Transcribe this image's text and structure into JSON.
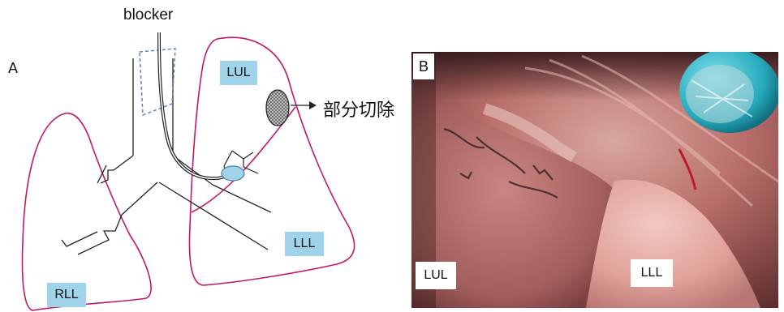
{
  "panel_a": {
    "letter": "A",
    "blocker_label": "blocker",
    "resection_label": "部分切除",
    "labels": {
      "lul": "LUL",
      "lll": "LLL",
      "rll": "RLL"
    }
  },
  "panel_b": {
    "letter": "B",
    "labels": {
      "lul": "LUL",
      "lll": "LLL"
    }
  },
  "colors": {
    "lung_outline": "#c2186b",
    "label_fill": "#9fd3ea",
    "blocker_box": "#5b87b8"
  }
}
